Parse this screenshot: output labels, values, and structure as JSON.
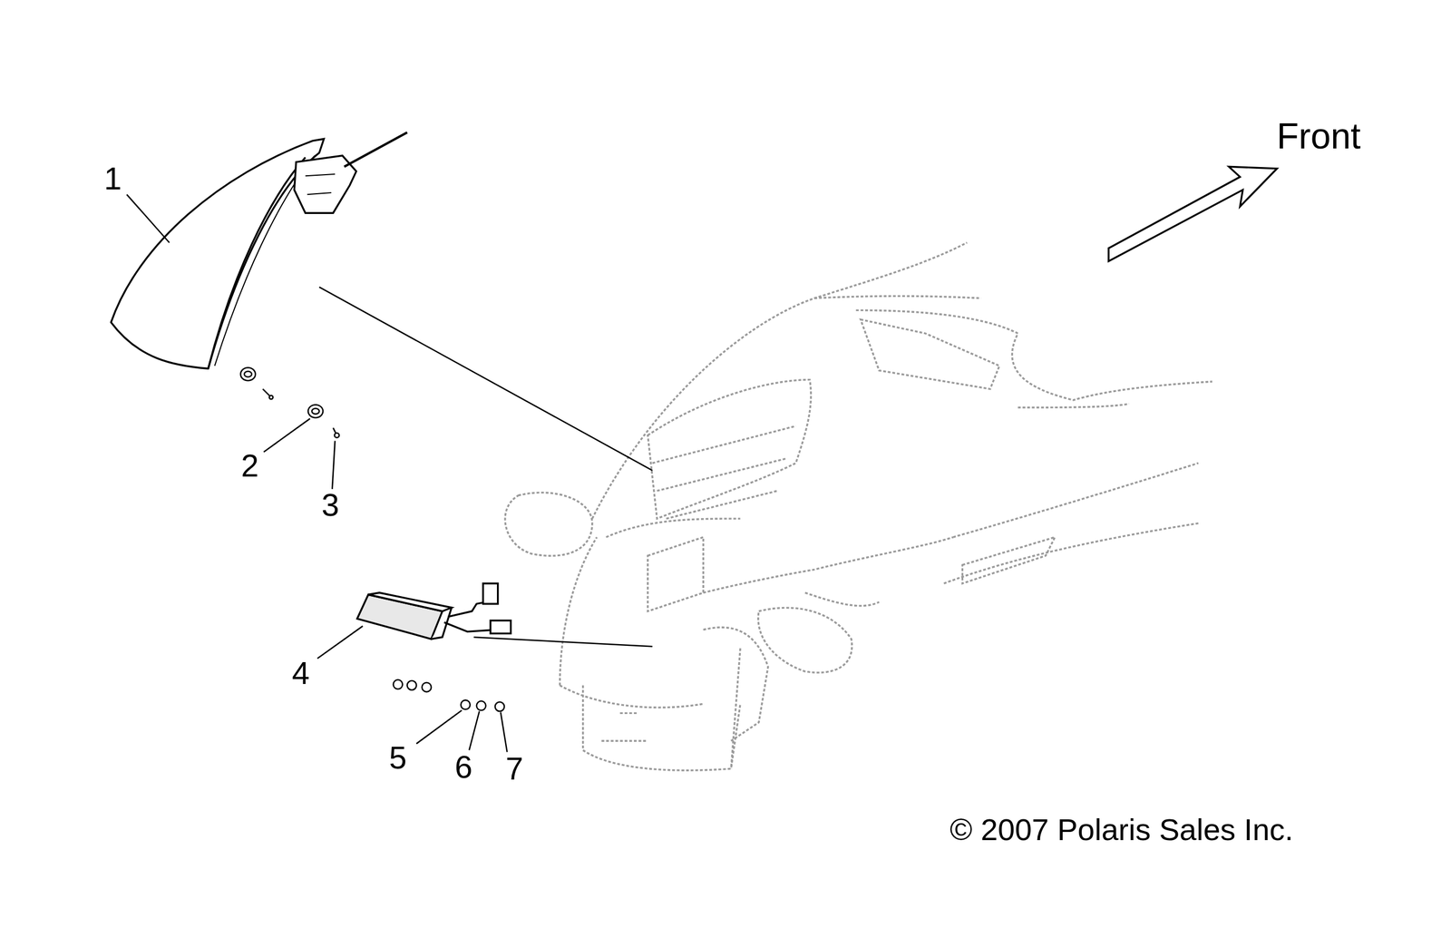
{
  "diagram": {
    "labels": [
      "1",
      "2",
      "3",
      "4",
      "5",
      "6",
      "7",
      "Front",
      "© 2007 Polaris Sales Inc."
    ]
  }
}
